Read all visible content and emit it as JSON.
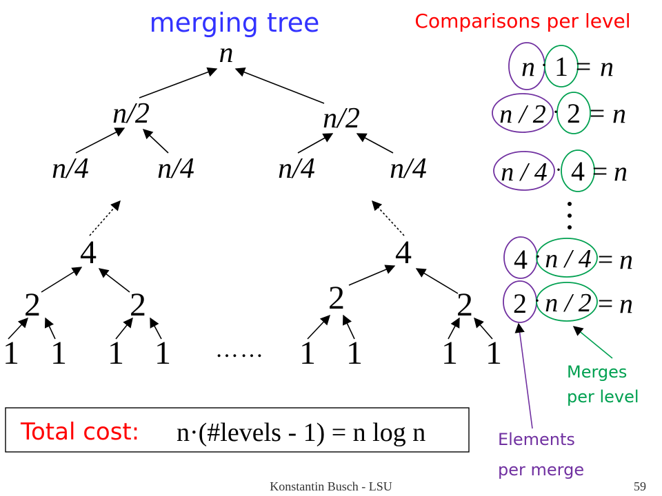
{
  "title": "merging tree",
  "comparisons_header": "Comparisons per level",
  "colors": {
    "title": "#3333ff",
    "header": "#ff0000",
    "total": "#ff0000",
    "elements_label": "#7030a0",
    "merges_label": "#00a050",
    "purple_ellipse": "#7030a0",
    "green_ellipse": "#00a050",
    "ink": "#000000"
  },
  "tree": {
    "root": "n",
    "level1": [
      "n/2",
      "n/2"
    ],
    "level2": [
      "n/4",
      "n/4",
      "n/4",
      "n/4"
    ],
    "level_left_4": "4",
    "level_right_4": "4",
    "twos": [
      "2",
      "2",
      "2",
      "2"
    ],
    "ones": [
      "1",
      "1",
      "1",
      "1",
      "1",
      "1",
      "1",
      "1"
    ],
    "ellipsis_mid": "……",
    "dot_char": "·"
  },
  "levels": [
    {
      "elements": "n",
      "merges": "1",
      "result": "n"
    },
    {
      "elements": "n / 2",
      "merges": "2",
      "result": "n"
    },
    {
      "elements": "n / 4",
      "merges": "4",
      "result": "n"
    },
    {
      "elements": "4",
      "merges": "n / 4",
      "result": "n"
    },
    {
      "elements": "2",
      "merges": "n / 2",
      "result": "n"
    }
  ],
  "vertical_ellipsis": "⋮",
  "total": {
    "label": "Total cost:",
    "formula": "n·(#levels - 1) = n log n"
  },
  "labels": {
    "merges_per_level": [
      "Merges",
      "per level"
    ],
    "elements_per_merge": [
      "Elements",
      "per merge"
    ]
  },
  "footer": {
    "author": "Konstantin Busch - LSU",
    "page": "59"
  }
}
